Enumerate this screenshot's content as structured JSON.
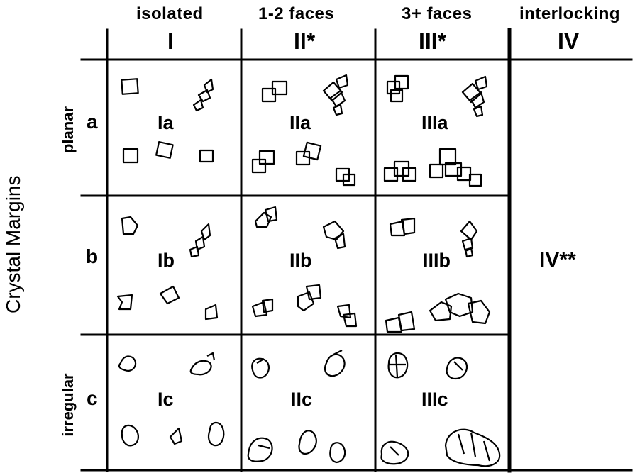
{
  "columns": [
    {
      "descriptor": "isolated",
      "numeral": "I"
    },
    {
      "descriptor": "1-2 faces",
      "numeral": "II*"
    },
    {
      "descriptor": "3+ faces",
      "numeral": "III*"
    },
    {
      "descriptor": "interlocking",
      "numeral": "IV"
    }
  ],
  "axis_title": "Crystal Margins",
  "rows": [
    {
      "name": "planar",
      "letter": "a"
    },
    {
      "name": "",
      "letter": "b"
    },
    {
      "name": "irregular",
      "letter": "c"
    }
  ],
  "cells": {
    "Ia": "Ia",
    "IIa": "IIa",
    "IIIa": "IIIa",
    "Ib": "Ib",
    "IIb": "IIb",
    "IIIb": "IIIb",
    "Ic": "Ic",
    "IIc": "IIc",
    "IIIc": "IIIc",
    "IV": "IV**"
  }
}
